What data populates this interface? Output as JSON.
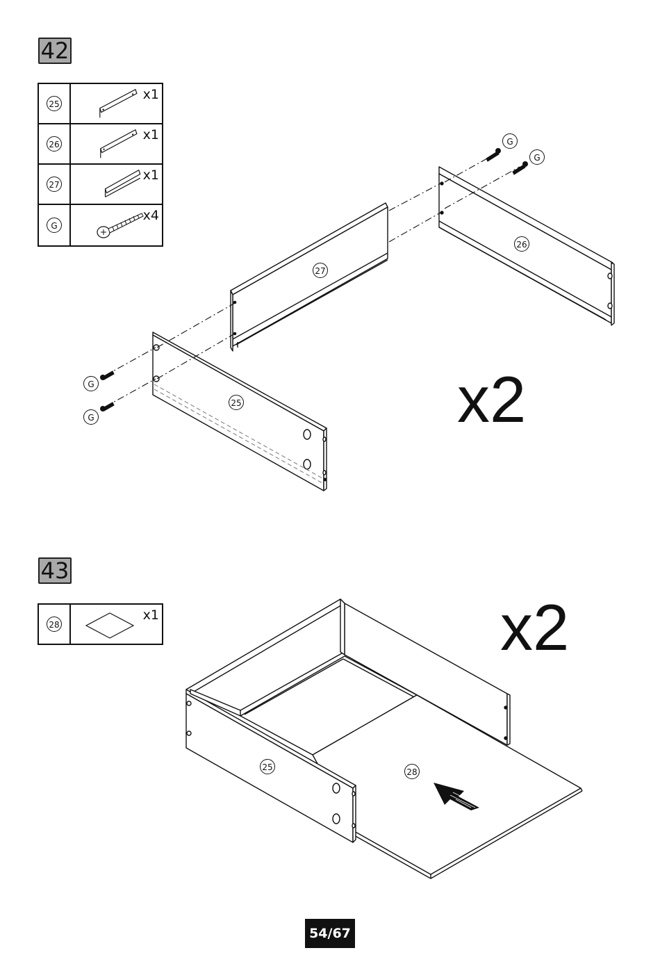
{
  "steps": [
    {
      "number": "42",
      "parts": [
        {
          "id": "25",
          "qty": "x1"
        },
        {
          "id": "26",
          "qty": "x1"
        },
        {
          "id": "27",
          "qty": "x1"
        },
        {
          "id": "G",
          "qty": "x4"
        }
      ],
      "multiplier": "x2",
      "labels": {
        "panel_25": "25",
        "panel_26": "26",
        "panel_27": "27",
        "screw": "G"
      }
    },
    {
      "number": "43",
      "parts": [
        {
          "id": "28",
          "qty": "x1"
        }
      ],
      "multiplier": "x2",
      "labels": {
        "panel_25": "25",
        "panel_28": "28"
      }
    }
  ],
  "page_number": "54/67",
  "icons": [
    "panel-icon",
    "screw-icon",
    "board-icon",
    "arrow-icon"
  ]
}
